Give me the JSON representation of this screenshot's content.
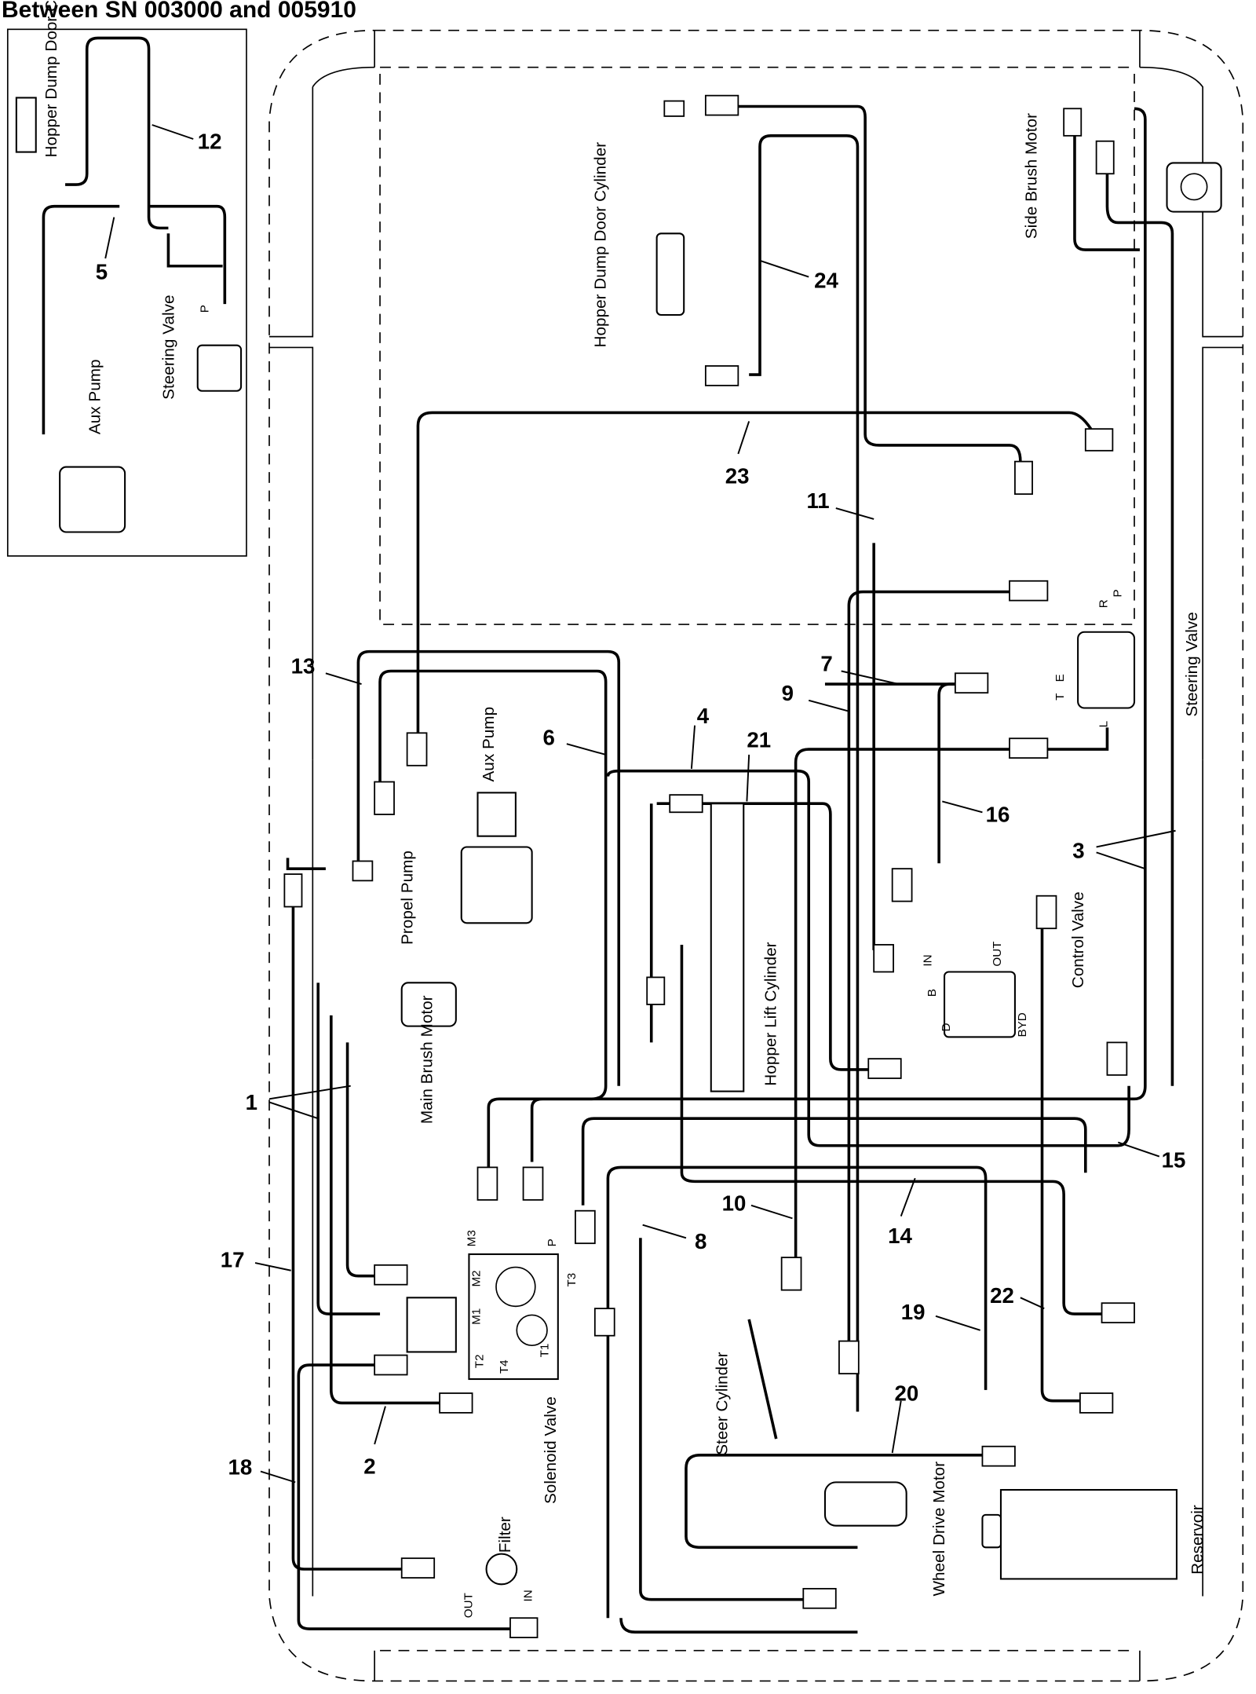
{
  "title": "Between SN 003000 and 005910",
  "inset": {
    "labels": {
      "hopper_dump_door_cylinder": "Hopper Dump Door Cylinder",
      "steering_valve": "Steering Valve",
      "aux_pump": "Aux Pump",
      "port_p": "P"
    },
    "callouts": {
      "c12": "12",
      "c5": "5"
    }
  },
  "components": {
    "side_brush_motor": "Side Brush Motor",
    "hopper_dump_door_cylinder": "Hopper Dump Door Cylinder",
    "steering_valve": "Steering Valve",
    "aux_pump": "Aux Pump",
    "propel_pump": "Propel Pump",
    "hopper_lift_cylinder": "Hopper Lift Cylinder",
    "control_valve": "Control Valve",
    "main_brush_motor": "Main Brush Motor",
    "solenoid_valve": "Solenoid Valve",
    "steer_cylinder": "Steer Cylinder",
    "filter": "Filter",
    "wheel_drive_motor": "Wheel Drive Motor",
    "reservoir": "Reservoir"
  },
  "ports": {
    "sol_m3": "M3",
    "sol_p": "P",
    "sol_m2": "M2",
    "sol_m1": "M1",
    "sol_t3": "T3",
    "sol_t2": "T2",
    "sol_t4": "T4",
    "sol_t1": "T1",
    "filter_in": "IN",
    "filter_out": "OUT",
    "steer_r": "R",
    "steer_p": "P",
    "steer_e": "E",
    "steer_t": "T",
    "steer_l": "L",
    "cv_in": "IN",
    "cv_out": "OUT",
    "cv_b": "B",
    "cv_d": "D",
    "cv_byd": "BYD"
  },
  "callouts": {
    "c24": "24",
    "c23": "23",
    "c11": "11",
    "c13": "13",
    "c7": "7",
    "c9": "9",
    "c4": "4",
    "c21": "21",
    "c6": "6",
    "c16": "16",
    "c3": "3",
    "c1": "1",
    "c15": "15",
    "c10": "10",
    "c8": "8",
    "c14": "14",
    "c17": "17",
    "c22": "22",
    "c19": "19",
    "c2": "2",
    "c20": "20",
    "c18": "18"
  }
}
